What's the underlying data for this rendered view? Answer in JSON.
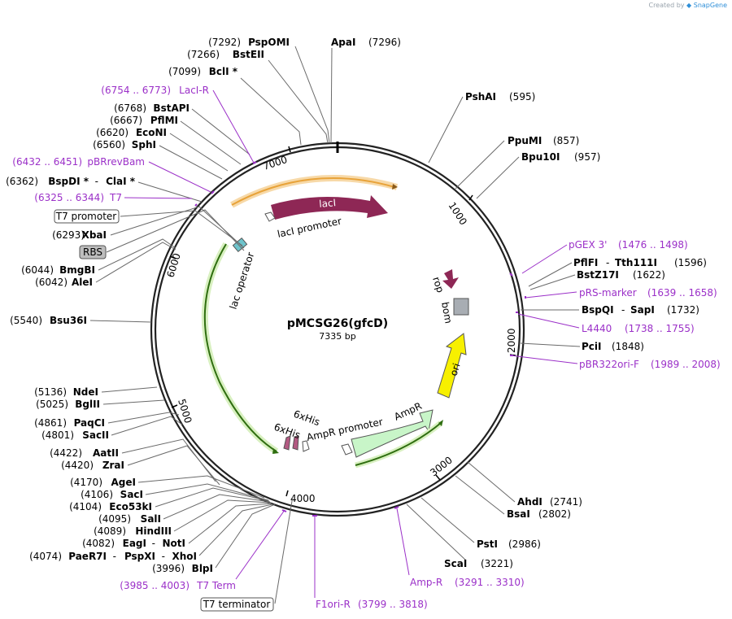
{
  "branding": {
    "created_by": "Created by",
    "app": "SnapGene"
  },
  "plasmid": {
    "name": "pMCSG26(gfcD)",
    "size_label": "7335 bp"
  },
  "ticks": {
    "t1000": "1000",
    "t2000": "2000",
    "t3000": "3000",
    "t4000": "4000",
    "t5000": "5000",
    "t6000": "6000",
    "t7000": "7000"
  },
  "features": {
    "laci": "lacI",
    "laci_promoter": "lacI promoter",
    "lac_operator": "lac operator",
    "rop": "rop",
    "bom": "bom",
    "ori": "ori",
    "ampr": "AmpR",
    "ampr_promoter": "AmpR promoter",
    "his1": "6xHis",
    "his2": "6xHis"
  },
  "labels": {
    "pspomi": {
      "pos": "(7292)",
      "name": "PspOMI"
    },
    "apai": {
      "pos": "(7296)",
      "name": "ApaI"
    },
    "bsteii": {
      "pos": "(7266)",
      "name": "BstEII"
    },
    "bcli": {
      "pos": "(7099)",
      "name": "BclI *"
    },
    "laci_r": {
      "range": "(6754 .. 6773)",
      "name": "LacI-R"
    },
    "bstapi": {
      "pos": "(6768)",
      "name": "BstAPI"
    },
    "pflmi": {
      "pos": "(6667)",
      "name": "PflMI"
    },
    "econi": {
      "pos": "(6620)",
      "name": "EcoNI"
    },
    "sphi": {
      "pos": "(6560)",
      "name": "SphI"
    },
    "pbrrevbam": {
      "range": "(6432 .. 6451)",
      "name": "pBRrevBam"
    },
    "bspdi": {
      "pos": "(6362)",
      "name": "BspDI *",
      "sep": "-",
      "name2": "ClaI *"
    },
    "t7": {
      "range": "(6325 .. 6344)",
      "name": "T7"
    },
    "t7_promoter": "T7 promoter",
    "xbai": {
      "pos": "(6293)",
      "name": "XbaI"
    },
    "rbs": "RBS",
    "bmgbi": {
      "pos": "(6044)",
      "name": "BmgBI"
    },
    "alei": {
      "pos": "(6042)",
      "name": "AleI"
    },
    "bsu36i": {
      "pos": "(5540)",
      "name": "Bsu36I"
    },
    "ndei": {
      "pos": "(5136)",
      "name": "NdeI"
    },
    "bglii": {
      "pos": "(5025)",
      "name": "BglII"
    },
    "paqci": {
      "pos": "(4861)",
      "name": "PaqCI"
    },
    "sacii": {
      "pos": "(4801)",
      "name": "SacII"
    },
    "aatii": {
      "pos": "(4422)",
      "name": "AatII"
    },
    "zrai": {
      "pos": "(4420)",
      "name": "ZraI"
    },
    "agei": {
      "pos": "(4170)",
      "name": "AgeI"
    },
    "saci": {
      "pos": "(4106)",
      "name": "SacI"
    },
    "eco53ki": {
      "pos": "(4104)",
      "name": "Eco53kI"
    },
    "sali": {
      "pos": "(4095)",
      "name": "SalI"
    },
    "hindiii": {
      "pos": "(4089)",
      "name": "HindIII"
    },
    "eagi": {
      "pos": "(4082)",
      "name": "EagI",
      "sep": "-",
      "name2": "NotI"
    },
    "paer7i": {
      "pos": "(4074)",
      "name": "PaeR7I",
      "sep": "-",
      "name2": "PspXI",
      "sep2": "-",
      "name3": "XhoI"
    },
    "blpi": {
      "pos": "(3996)",
      "name": "BlpI"
    },
    "t7_term": {
      "range": "(3985 .. 4003)",
      "name": "T7 Term"
    },
    "t7_terminator": "T7 terminator",
    "f1ori_r": {
      "name": "F1ori-R",
      "range": "(3799 .. 3818)"
    },
    "amp_r": {
      "name": "Amp-R",
      "range": "(3291 .. 3310)"
    },
    "scai": {
      "name": "ScaI",
      "pos": "(3221)"
    },
    "psti": {
      "name": "PstI",
      "pos": "(2986)"
    },
    "bsai": {
      "name": "BsaI",
      "pos": "(2802)"
    },
    "ahdi": {
      "name": "AhdI",
      "pos": "(2741)"
    },
    "pshai": {
      "name": "PshAI",
      "pos": "(595)"
    },
    "ppumi": {
      "name": "PpuMI",
      "pos": "(857)"
    },
    "bpu10i": {
      "name": "Bpu10I",
      "pos": "(957)"
    },
    "pgex3": {
      "name": "pGEX 3'",
      "range": "(1476 .. 1498)"
    },
    "pflfi": {
      "name": "PflFI",
      "sep": "-",
      "name2": "Tth111I",
      "pos": "(1596)"
    },
    "bstz17i": {
      "name": "BstZ17I",
      "pos": "(1622)"
    },
    "prs_marker": {
      "name": "pRS-marker",
      "range": "(1639 .. 1658)"
    },
    "bspqi": {
      "name": "BspQI",
      "sep": "-",
      "name2": "SapI",
      "pos": "(1732)"
    },
    "l4440": {
      "name": "L4440",
      "range": "(1738 .. 1755)"
    },
    "pcii": {
      "name": "PciI",
      "pos": "(1848)"
    },
    "pbr322ori_f": {
      "name": "pBR322ori-F",
      "range": "(1989 .. 2008)"
    }
  },
  "colors": {
    "backbone": "#222222",
    "laci": "#8e2755",
    "ori": "#f7f000",
    "ampr": "#c8f5c8",
    "primer": "#9b30c8",
    "orange": "#e8a33a",
    "green": "#6fbf2a",
    "bom": "#a8adb3",
    "his": "#b35a82"
  }
}
